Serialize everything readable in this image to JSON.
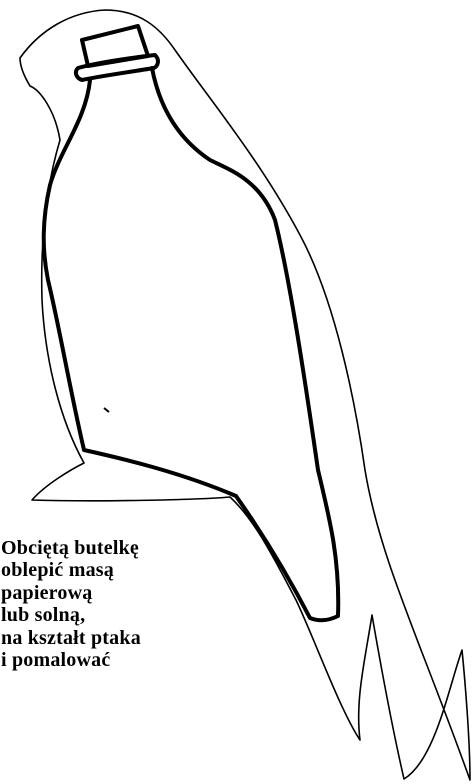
{
  "caption": {
    "lines": [
      "Obciętą butelkę",
      "oblepić masą",
      "papierową",
      "lub solną,",
      "na kształt ptaka",
      "i pomalować"
    ]
  },
  "colors": {
    "background": "#ffffff",
    "ink": "#000000"
  },
  "icons": {
    "bird": "bird-outline-icon",
    "bottle": "bottle-outline-icon"
  }
}
